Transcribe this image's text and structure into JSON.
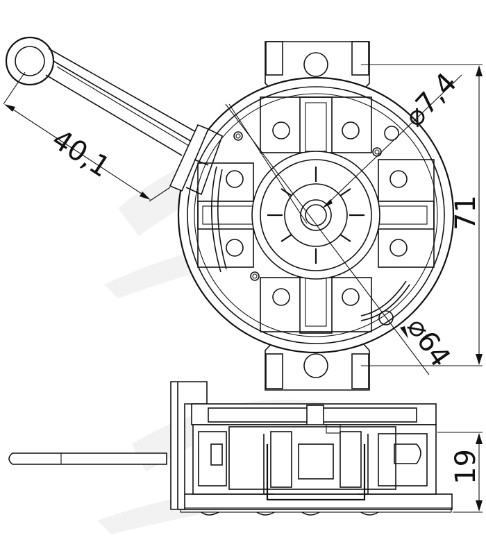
{
  "drawing": {
    "dimensions": {
      "arm_length": "40,1",
      "shaft_diameter": "⌀7,4",
      "body_diameter": "⌀64",
      "mount_height": "71",
      "side_height": "19"
    },
    "colors": {
      "line": "#111111",
      "background": "#ffffff"
    }
  }
}
